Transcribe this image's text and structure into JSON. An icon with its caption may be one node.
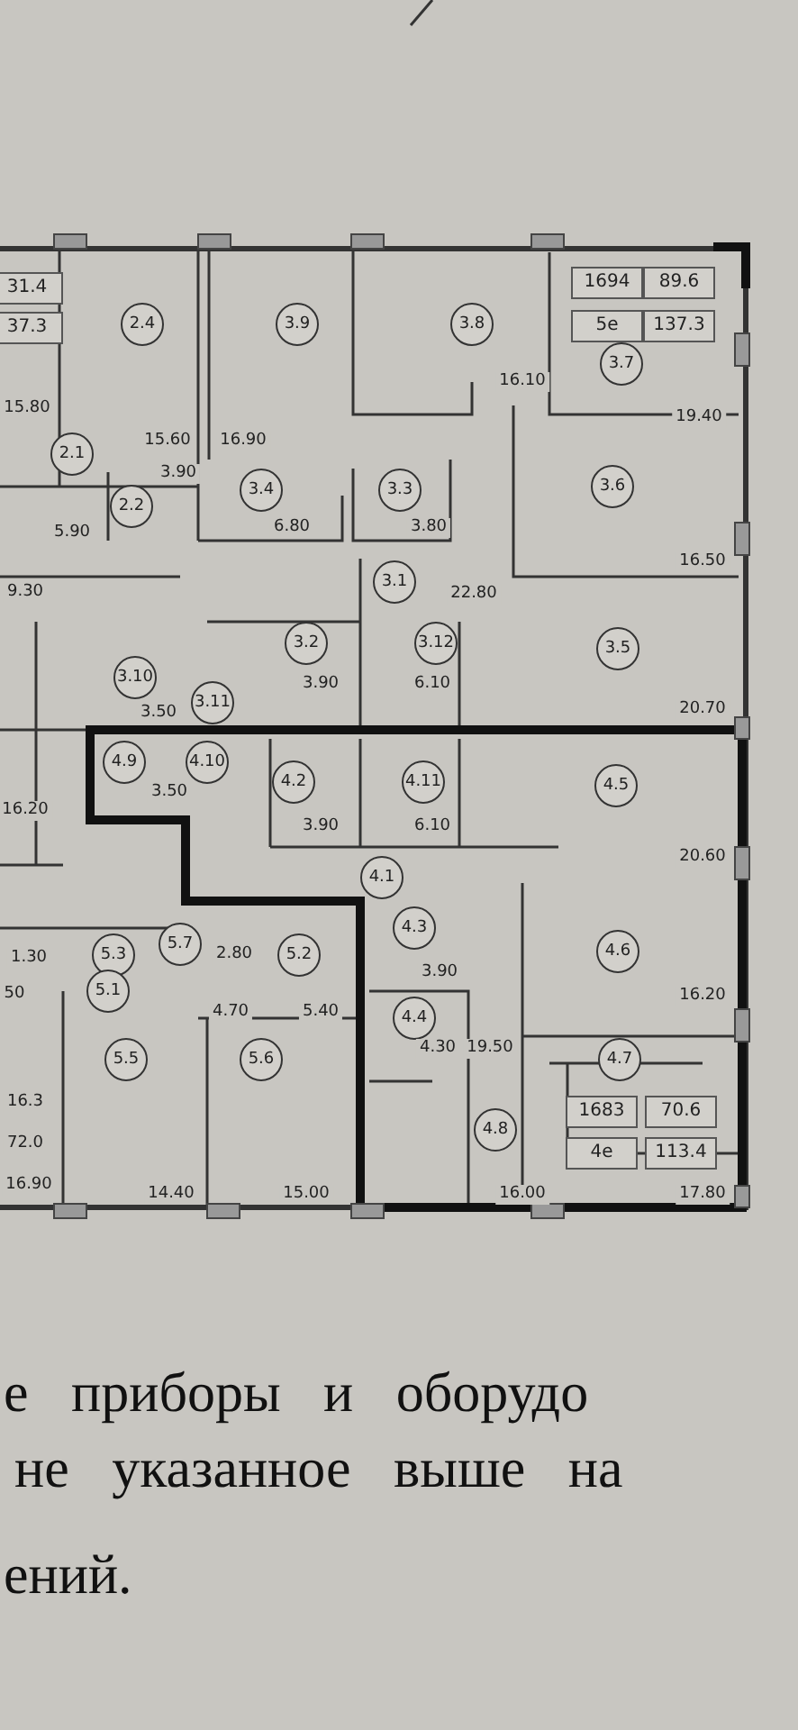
{
  "diagram": {
    "labels": [
      "31.4",
      "1694",
      "89.6",
      "37.3",
      "2.4",
      "3.9",
      "3.8",
      "5е",
      "137.3",
      "3.7",
      "16.10",
      "15.80",
      "19.40",
      "15.60",
      "16.90",
      "2.1",
      "3.90",
      "3.4",
      "3.3",
      "3.6",
      "2.2",
      "5.90",
      "6.80",
      "3.80",
      "16.50",
      "3.1",
      "9.30",
      "22.80",
      "3.2",
      "3.12",
      "3.5",
      "3.10",
      "3.90",
      "6.10",
      "3.11",
      "3.50",
      "20.70",
      "4.9",
      "4.10",
      "4.2",
      "4.11",
      "4.5",
      "3.50",
      "16.20",
      "3.90",
      "6.10",
      "20.60",
      "4.1",
      "4.3",
      "5.7",
      "4.6",
      "1.30",
      "5.3",
      "2.80",
      "5.2",
      "3.90",
      "50",
      "5.1",
      "16.20",
      "4.70",
      "5.40",
      "4.4",
      "4.30",
      "19.50",
      "5.5",
      "5.6",
      "4.7",
      "16.3",
      "1683",
      "70.6",
      "4.8",
      "72.0",
      "4е",
      "113.4",
      "16.90",
      "14.40",
      "15.00",
      "16.00",
      "17.80",
      "е приборы и оборудо",
      "не указанное выше на",
      "ений."
    ]
  }
}
